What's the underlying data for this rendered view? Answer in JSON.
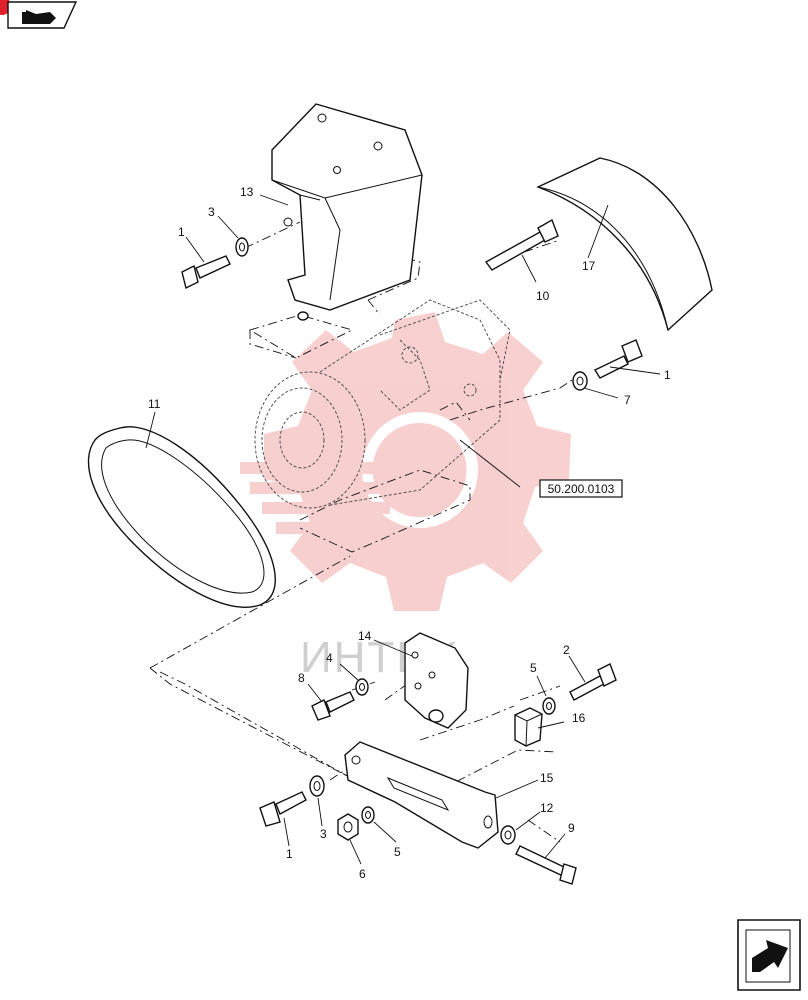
{
  "diagram": {
    "reference_box": "50.200.0103",
    "watermark_text": "ИНТЕХ",
    "callouts": [
      {
        "id": "c13",
        "text": "13"
      },
      {
        "id": "c3a",
        "text": "3"
      },
      {
        "id": "c1a",
        "text": "1"
      },
      {
        "id": "c10",
        "text": "10"
      },
      {
        "id": "c17",
        "text": "17"
      },
      {
        "id": "c1b",
        "text": "1"
      },
      {
        "id": "c7",
        "text": "7"
      },
      {
        "id": "c11",
        "text": "11"
      },
      {
        "id": "c14",
        "text": "14"
      },
      {
        "id": "c4",
        "text": "4"
      },
      {
        "id": "c8",
        "text": "8"
      },
      {
        "id": "c5a",
        "text": "5"
      },
      {
        "id": "c2",
        "text": "2"
      },
      {
        "id": "c16",
        "text": "16"
      },
      {
        "id": "c15",
        "text": "15"
      },
      {
        "id": "c12",
        "text": "12"
      },
      {
        "id": "c9",
        "text": "9"
      },
      {
        "id": "c1c",
        "text": "1"
      },
      {
        "id": "c3b",
        "text": "3"
      },
      {
        "id": "c5b",
        "text": "5"
      },
      {
        "id": "c6",
        "text": "6"
      }
    ]
  },
  "icons": {
    "top_left": "parts-catalog-icon",
    "bottom_right": "next-page-arrow-icon"
  },
  "colors": {
    "line": "#111111",
    "watermark": "#f2a9a9",
    "corner_badge": "#e0202a"
  }
}
